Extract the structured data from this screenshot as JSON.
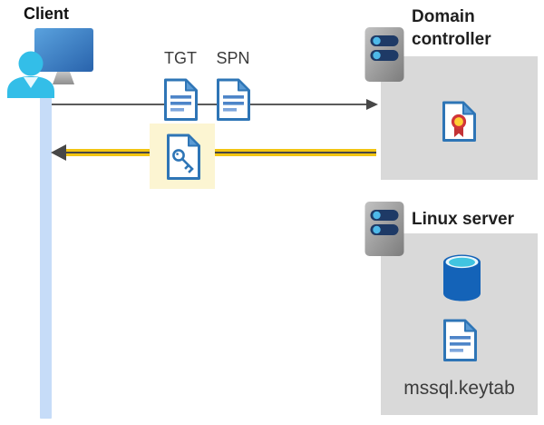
{
  "client": {
    "label": "Client"
  },
  "flow": {
    "tgt_label": "TGT",
    "spn_label": "SPN"
  },
  "domain_controller": {
    "label": "Domain controller"
  },
  "linux_server": {
    "label": "Linux server",
    "sql_badge": "SQL",
    "keytab_filename": "mssql.keytab"
  },
  "colors": {
    "arrow_yellow": "#f2c512",
    "arrowhead_gray": "#474747",
    "request_line_gray": "#5a5a5a",
    "highlight_yellow": "#fcf5d2",
    "panel_gray": "#d9d9d9",
    "document_blue": "#2e75b6",
    "document_fold_blue": "#5b9bd5",
    "lifeline_blue": "#c6dcf8",
    "person_cyan": "#33bee8",
    "server_bar_navy": "#1e3a66",
    "server_dot_cyan": "#4eb9e9",
    "sql_body_blue": "#1463b8",
    "sql_top_cyan": "#41c4e0",
    "ribbon_red": "#d13438",
    "seal_yellow": "#ffce34"
  }
}
